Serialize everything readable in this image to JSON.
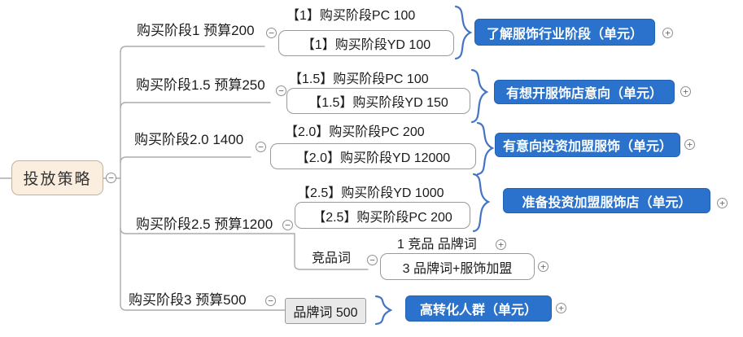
{
  "root": {
    "label": "投放策略"
  },
  "branches": [
    {
      "label": "购买阶段1 预算200",
      "children": [
        {
          "label": "【1】购买阶段PC 100"
        },
        {
          "label": "【1】购买阶段YD 100"
        }
      ],
      "summary": {
        "label": "了解服饰行业阶段（单元）"
      }
    },
    {
      "label": "购买阶段1.5 预算250",
      "children": [
        {
          "label": "【1.5】购买阶段PC 100"
        },
        {
          "label": "【1.5】购买阶段YD 150"
        }
      ],
      "summary": {
        "label": "有想开服饰店意向（单元）"
      }
    },
    {
      "label": "购买阶段2.0 1400",
      "children": [
        {
          "label": "【2.0】购买阶段PC 200"
        },
        {
          "label": "【2.0】购买阶段YD 12000"
        }
      ],
      "summary": {
        "label": "有意向投资加盟服饰（单元）"
      }
    },
    {
      "label": "购买阶段2.5 预算1200",
      "children": [
        {
          "label": "【2.5】购买阶段YD 1000"
        },
        {
          "label": "【2.5】购买阶段PC 200"
        }
      ],
      "summary": {
        "label": "准备投资加盟服饰店（单元）"
      },
      "subtopic": {
        "label": "竞品词",
        "children": [
          {
            "label": "1 竞品 品牌词"
          },
          {
            "label": "3 品牌词+服饰加盟"
          }
        ]
      }
    },
    {
      "label": "购买阶段3 预算500",
      "children": [
        {
          "label": "品牌词 500"
        }
      ],
      "summary": {
        "label": "高转化人群（单元）"
      }
    }
  ],
  "icons": {
    "collapse": "−",
    "expand": "+"
  },
  "colors": {
    "summary_node": "#2b72cc",
    "summary_brace": "#4574c6",
    "root_fill": "#fbeede",
    "connector": "#ababab"
  }
}
